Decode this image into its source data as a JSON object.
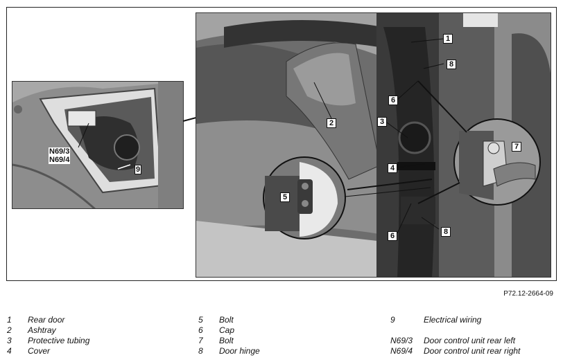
{
  "figure": {
    "reference": "P72.12-2664-09",
    "main_callouts": [
      "1",
      "2",
      "3",
      "4",
      "5",
      "6",
      "7",
      "8",
      "6",
      "8"
    ],
    "inset_labels": [
      "N69/3",
      "N69/4",
      "9"
    ]
  },
  "legend": {
    "col1": [
      {
        "num": "1",
        "text": "Rear door"
      },
      {
        "num": "2",
        "text": "Ashtray"
      },
      {
        "num": "3",
        "text": "Protective tubing"
      },
      {
        "num": "4",
        "text": "Cover"
      }
    ],
    "col2": [
      {
        "num": "5",
        "text": "Bolt"
      },
      {
        "num": "6",
        "text": "Cap"
      },
      {
        "num": "7",
        "text": "Bolt"
      },
      {
        "num": "8",
        "text": "Door hinge"
      }
    ],
    "col3": [
      {
        "num": "9",
        "text": "Electrical wiring"
      },
      {
        "num": "N69/3",
        "text": "Door control unit rear left"
      },
      {
        "num": "N69/4",
        "text": "Door control unit rear right"
      }
    ]
  }
}
